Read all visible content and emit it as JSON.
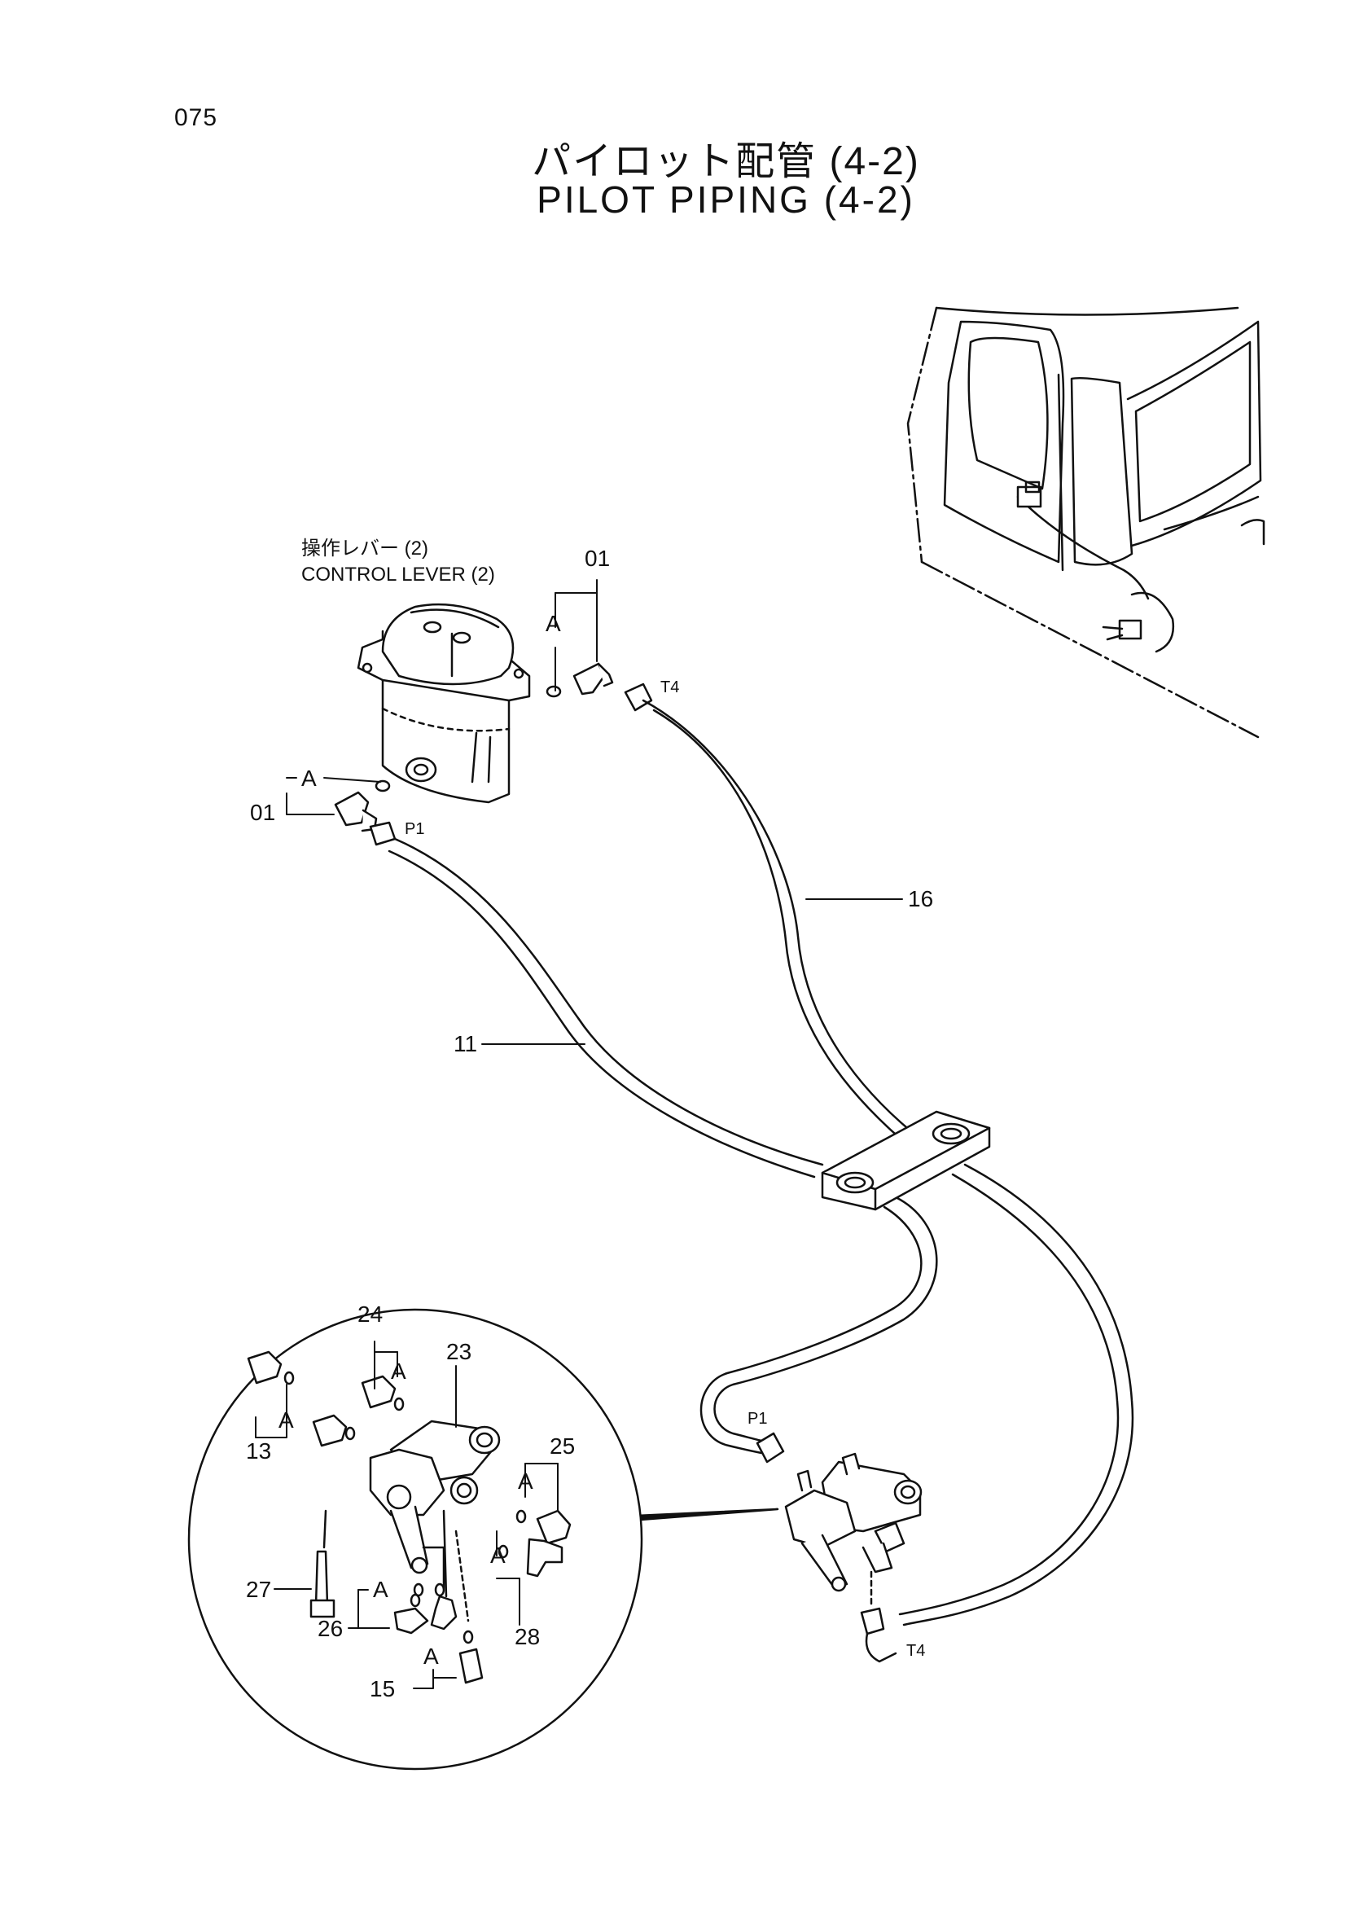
{
  "page_number": "075",
  "title_jp": "パイロット配管 (4-2)",
  "title_en": "PILOT PIPING (4-2)",
  "component": {
    "name_jp": "操作レバー (2)",
    "name_en": "CONTROL LEVER (2)"
  },
  "callouts": {
    "c01_upper": "01",
    "c01_lower": "01",
    "c16": "16",
    "c11": "11",
    "c24": "24",
    "c23": "23",
    "c13": "13",
    "c25": "25",
    "c27": "27",
    "c26": "26",
    "c28": "28",
    "c15": "15"
  },
  "ports": {
    "p1_upper": "P1",
    "t4_upper": "T4",
    "p1_lower": "P1",
    "t4_lower": "T4"
  },
  "group_letter": "A"
}
